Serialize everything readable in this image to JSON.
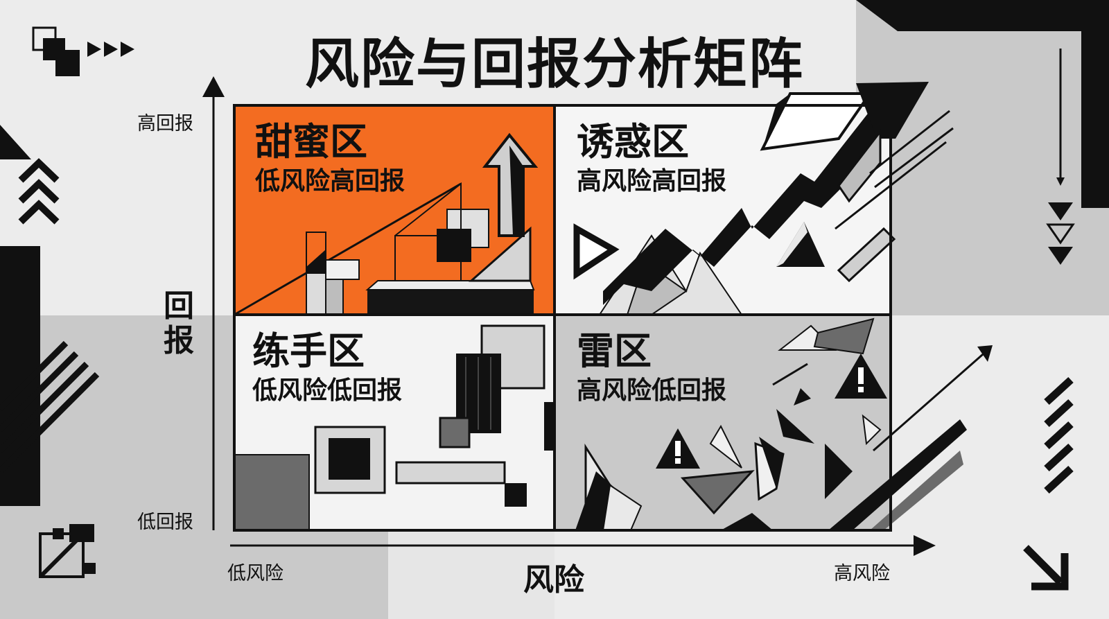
{
  "title": "风险与回报分析矩阵",
  "y_axis": {
    "name": "回报",
    "name_top": "回",
    "name_bottom": "报",
    "high_label": "高回报",
    "low_label": "低回报"
  },
  "x_axis": {
    "name": "风险",
    "low_label": "低风险",
    "high_label": "高风险"
  },
  "quadrants": {
    "top_left": {
      "name": "甜蜜区",
      "desc": "低风险高回报"
    },
    "top_right": {
      "name": "诱惑区",
      "desc": "高风险高回报"
    },
    "bottom_left": {
      "name": "练手区",
      "desc": "低风险低回报"
    },
    "bottom_right": {
      "name": "雷区",
      "desc": "高风险低回报"
    }
  },
  "colors": {
    "accent": "#f36c21",
    "ink": "#111111",
    "paper": "#f3f3f3",
    "gray": "#c9c9c9",
    "mid_gray": "#9a9a9a",
    "dark_gray": "#6b6b6b"
  },
  "icons": [
    "warning-icon",
    "right-triangles-icon",
    "chevron-up-icon",
    "chevron-down-icon",
    "corner-arrow-icon",
    "diagonal-arrow-icon"
  ]
}
